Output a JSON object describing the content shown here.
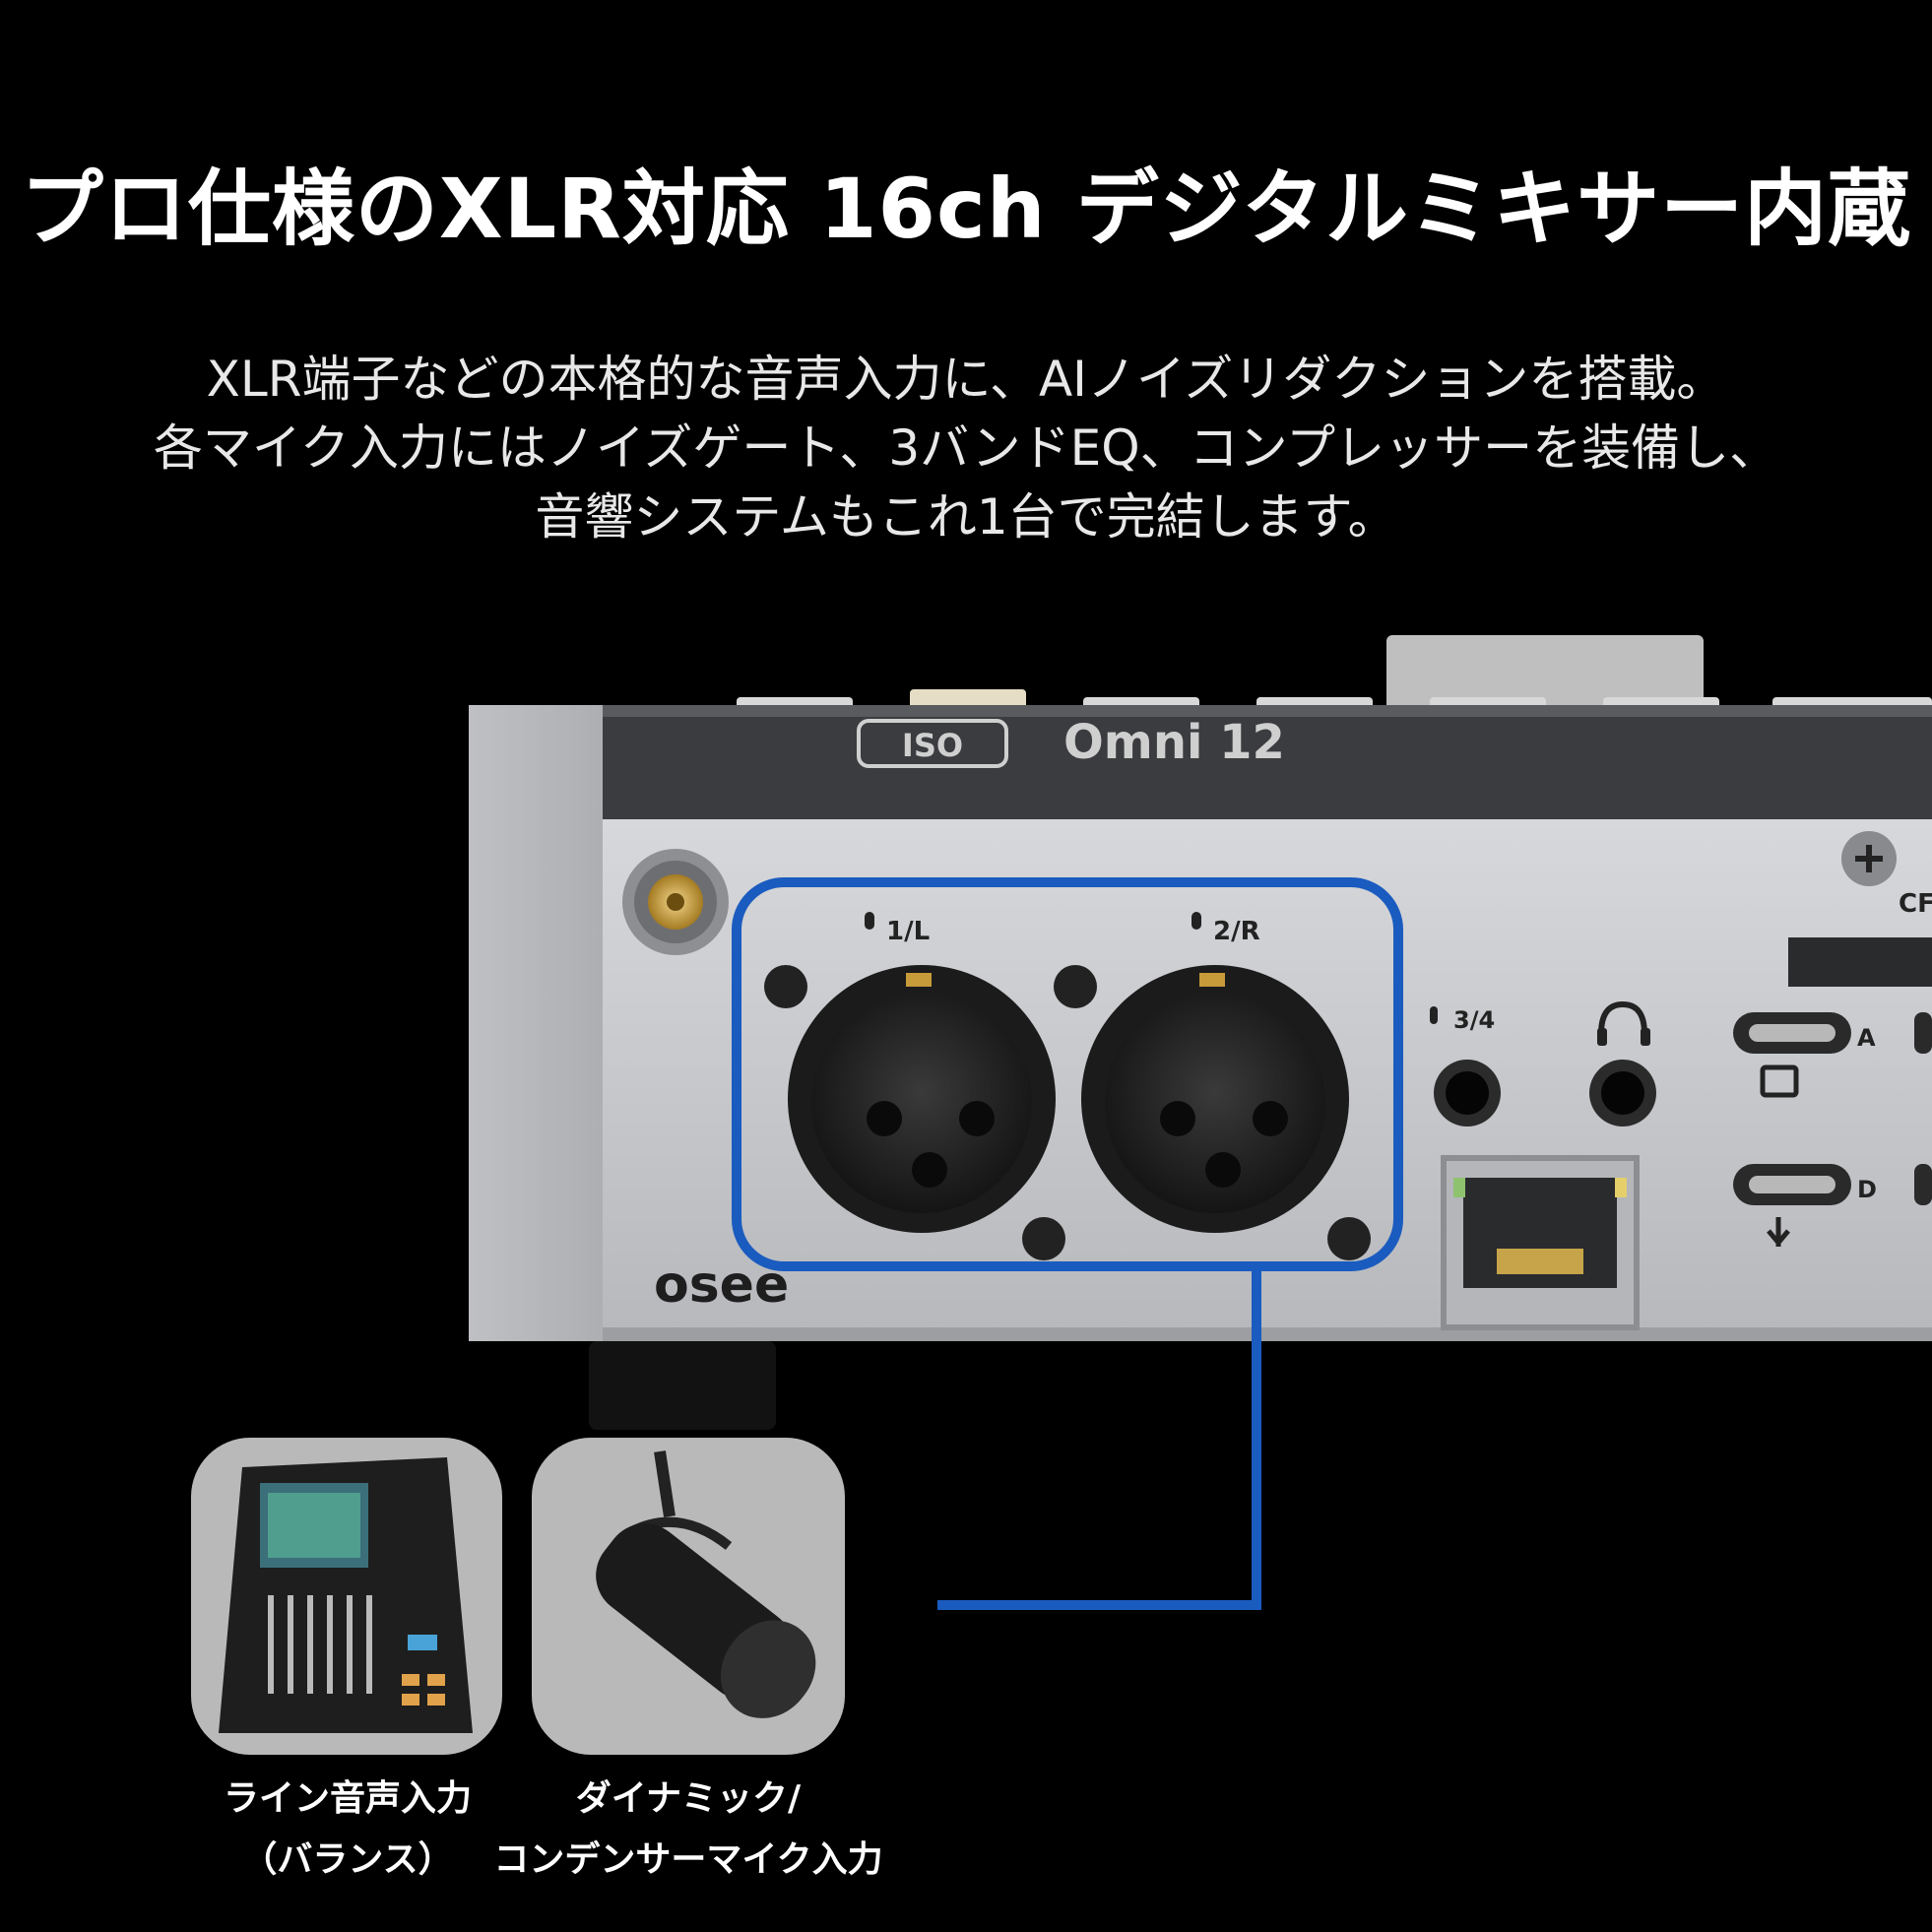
{
  "headline": "プロ仕様のXLR対応 16ch デジタルミキサー内蔵",
  "description": [
    "XLR端子などの本格的な音声入力に、AIノイズリダクションを搭載。",
    "各マイク入力にはノイズゲート、3バンドEQ、コンプレッサーを装備し、",
    "音響システムもこれ1台で完結します。"
  ],
  "device": {
    "model_badge": "ISO",
    "model_name": "Omni 12",
    "brand": "osee",
    "ports": {
      "mic1": "1/L",
      "mic2": "2/R",
      "mic34": "3/4",
      "usb_a": "A",
      "usb_d": "D",
      "cf": "CF"
    }
  },
  "sources": [
    {
      "label_lines": [
        "ライン音声入力",
        "（バランス）"
      ],
      "icon": "digital-mixer-console"
    },
    {
      "label_lines": [
        "ダイナミック/",
        "コンデンサーマイク入力"
      ],
      "icon": "dynamic-microphone"
    }
  ],
  "colors": {
    "background": "#000000",
    "highlight": "#1a5bbf",
    "device_body": "#c8c9cc"
  }
}
